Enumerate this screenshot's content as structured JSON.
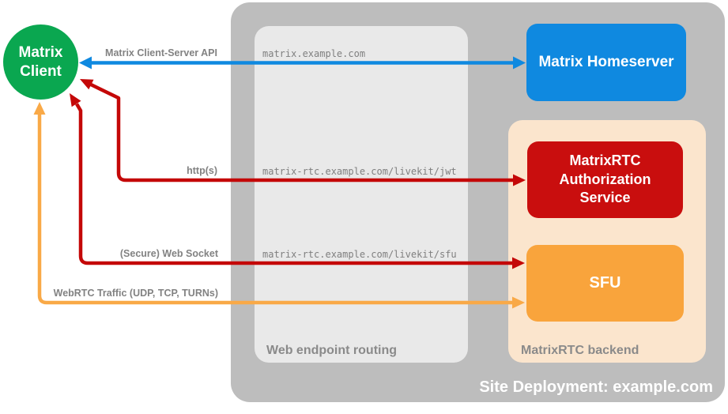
{
  "colors": {
    "client_green": "#0AA750",
    "homeserver_blue": "#0F89E0",
    "auth_red": "#C90E0E",
    "sfu_orange": "#F9A43C",
    "backend_peach": "#FBE5CD",
    "site_gray": "#BDBDBD",
    "routing_gray": "#E9E9E9",
    "label_gray": "#8A8A8A",
    "endpoint_gray": "#7F7F7F",
    "arrow_blue": "#0F89E0",
    "arrow_red": "#C40808",
    "arrow_orange": "#F9A947"
  },
  "nodes": {
    "client": {
      "label": "Matrix Client"
    },
    "homeserver": {
      "label": "Matrix Homeserver"
    },
    "auth_service": {
      "label": "MatrixRTC Authorization Service"
    },
    "sfu": {
      "label": "SFU"
    }
  },
  "containers": {
    "site": {
      "label": "Site Deployment: example.com"
    },
    "routing": {
      "label": "Web endpoint routing"
    },
    "backend": {
      "label": "MatrixRTC backend"
    }
  },
  "endpoints": [
    "matrix.example.com",
    "matrix-rtc.example.com/livekit/jwt",
    "matrix-rtc.example.com/livekit/sfu"
  ],
  "arrows": [
    {
      "label": "Matrix Client-Server API",
      "color": "#0F89E0",
      "from": "Matrix Client",
      "to": "Matrix Homeserver",
      "bidirectional": true
    },
    {
      "label": "http(s)",
      "color": "#C40808",
      "from": "Matrix Client",
      "to": "MatrixRTC Authorization Service",
      "bidirectional": true
    },
    {
      "label": "(Secure) Web Socket",
      "color": "#C40808",
      "from": "Matrix Client",
      "to": "SFU",
      "bidirectional": true
    },
    {
      "label": "WebRTC Traffic (UDP, TCP, TURNs)",
      "color": "#F9A947",
      "from": "Matrix Client",
      "to": "SFU",
      "bidirectional": true
    }
  ]
}
